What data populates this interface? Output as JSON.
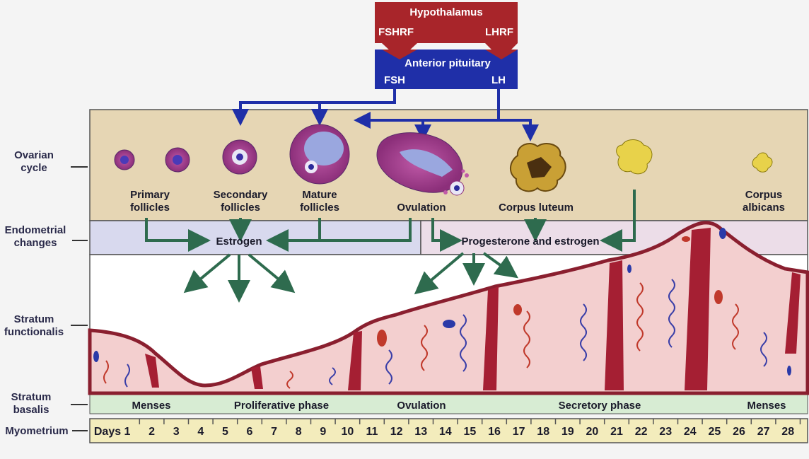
{
  "hypothalamus": {
    "title": "Hypothalamus",
    "left_hormone": "FSHRF",
    "right_hormone": "LHRF"
  },
  "pituitary": {
    "title": "Anterior pituitary",
    "left_hormone": "FSH",
    "right_hormone": "LH"
  },
  "row_labels": {
    "ovarian": [
      "Ovarian",
      "cycle"
    ],
    "endometrial": [
      "Endometrial",
      "changes"
    ],
    "functionalis": [
      "Stratum",
      "functionalis"
    ],
    "basalis": [
      "Stratum",
      "basalis"
    ],
    "myometrium": "Myometrium"
  },
  "ovarian_stages": {
    "primary": [
      "Primary",
      "follicles"
    ],
    "secondary": [
      "Secondary",
      "follicles"
    ],
    "mature": [
      "Mature",
      "follicles"
    ],
    "ovulation": "Ovulation",
    "corpus_luteum": "Corpus luteum",
    "corpus_albicans": [
      "Corpus",
      "albicans"
    ]
  },
  "hormones": {
    "estrogen": "Estrogen",
    "progesterone": "Progesterone and estrogen"
  },
  "phases": {
    "menses1": "Menses",
    "proliferative": "Proliferative phase",
    "ovulation": "Ovulation",
    "secretory": "Secretory phase",
    "menses2": "Menses"
  },
  "days_label": "Days",
  "days": [
    "1",
    "2",
    "3",
    "4",
    "5",
    "6",
    "7",
    "8",
    "9",
    "10",
    "11",
    "12",
    "13",
    "14",
    "15",
    "16",
    "17",
    "18",
    "19",
    "20",
    "21",
    "22",
    "23",
    "24",
    "25",
    "26",
    "27",
    "28"
  ],
  "colors": {
    "hypothalamus": "#a8252a",
    "pituitary": "#1f2fa8",
    "ovary_bg": "#e6d6b4",
    "endo_left": "#d8d9ee",
    "endo_right": "#ecdde8",
    "tissue": "#f3cfcf",
    "basalis": "#d7ecd3",
    "days_bar": "#f3ecbc",
    "arrow_green": "#2e6b4e",
    "arrow_blue": "#1f2fa8"
  }
}
